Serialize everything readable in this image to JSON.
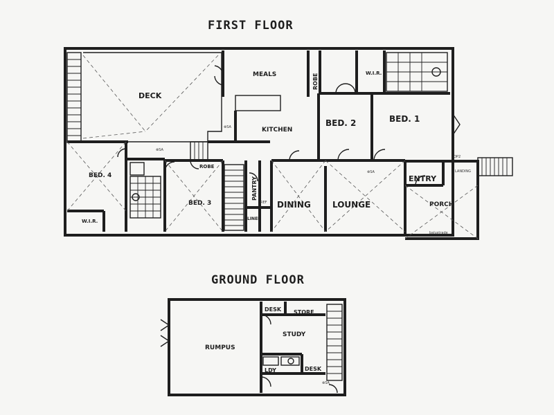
{
  "floors": {
    "first": "FIRST FLOOR",
    "ground": "GROUND FLOOR"
  },
  "rooms": {
    "deck": "DECK",
    "meals": "MEALS",
    "kitchen": "KITCHEN",
    "bed2": "BED. 2",
    "bed1": "BED. 1",
    "bed4": "BED. 4",
    "bed3": "BED. 3",
    "dining": "DINING",
    "lounge": "LOUNGE",
    "entry": "ENTRY",
    "porch": "PORCH",
    "pantry": "PANTRY",
    "linen": "LINEN",
    "robe_vertical": "ROBE",
    "robe_bed3": "ROBE",
    "wir_bed1": "W.I.R.",
    "wir_bed4": "W.I.R.",
    "rumpus": "RUMPUS",
    "study": "STUDY",
    "desk_top": "DESK",
    "store": "STORE",
    "ldy": "LDY",
    "desk_bottom": "DESK"
  },
  "notes": {
    "ref": "REF",
    "sa1": "⊗SA",
    "sa2": "⊗SA",
    "sa3": "⊗SA",
    "sa4": "⊗SA",
    "landing": "LANDING",
    "op2": "OP2",
    "bal": "balustrade"
  }
}
